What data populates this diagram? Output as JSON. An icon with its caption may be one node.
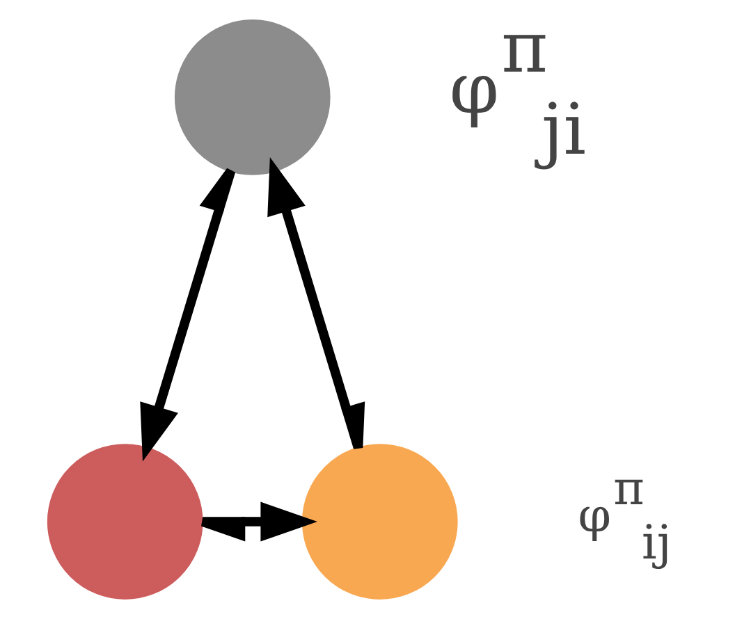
{
  "diagram": {
    "nodes": [
      {
        "text": [],
        "shape": "circle"
      },
      {
        "text": [],
        "shape": "circle"
      },
      {
        "text": [],
        "shape": "circle"
      }
    ],
    "edges": [
      {
        "from": 0,
        "to": 1,
        "arrow": "both"
      },
      {
        "from": 2,
        "to": 0,
        "arrow": "both"
      },
      {
        "from": 1,
        "to": 2,
        "arrow": "both"
      }
    ],
    "labels": [
      "φ$^{π}$$_{ji}$",
      "φ$^{π}$$_{ij}$"
    ]
  }
}
